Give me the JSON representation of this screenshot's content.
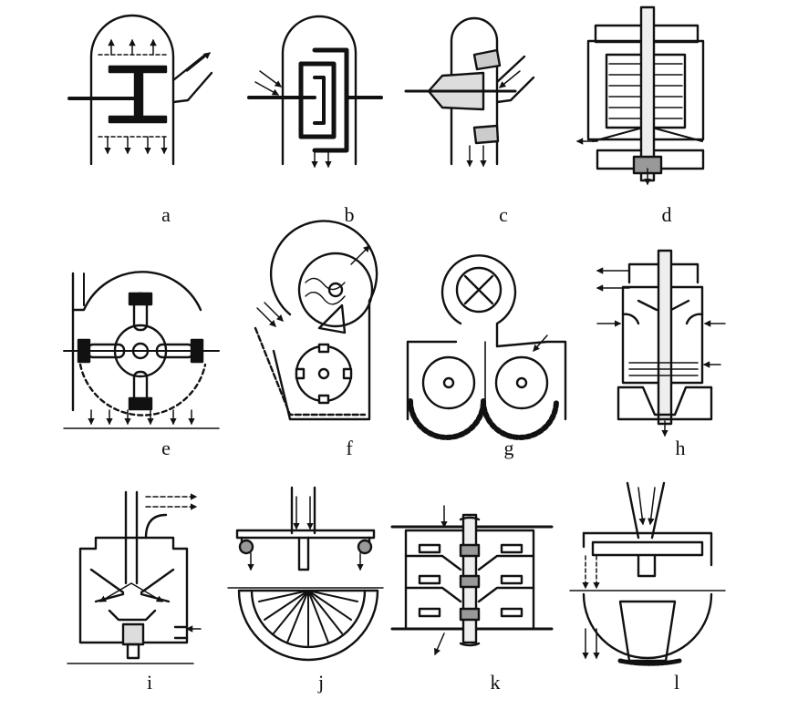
{
  "figure": {
    "panels": [
      {
        "id": "a",
        "label": "a"
      },
      {
        "id": "b",
        "label": "b"
      },
      {
        "id": "c",
        "label": "c"
      },
      {
        "id": "d",
        "label": "d"
      },
      {
        "id": "e",
        "label": "e"
      },
      {
        "id": "f",
        "label": "f"
      },
      {
        "id": "g",
        "label": "g"
      },
      {
        "id": "h",
        "label": "h"
      },
      {
        "id": "i",
        "label": "i"
      },
      {
        "id": "j",
        "label": "j"
      },
      {
        "id": "k",
        "label": "k"
      },
      {
        "id": "l",
        "label": "l"
      }
    ],
    "colors": {
      "ink": "#111111",
      "background": "#ffffff"
    }
  }
}
